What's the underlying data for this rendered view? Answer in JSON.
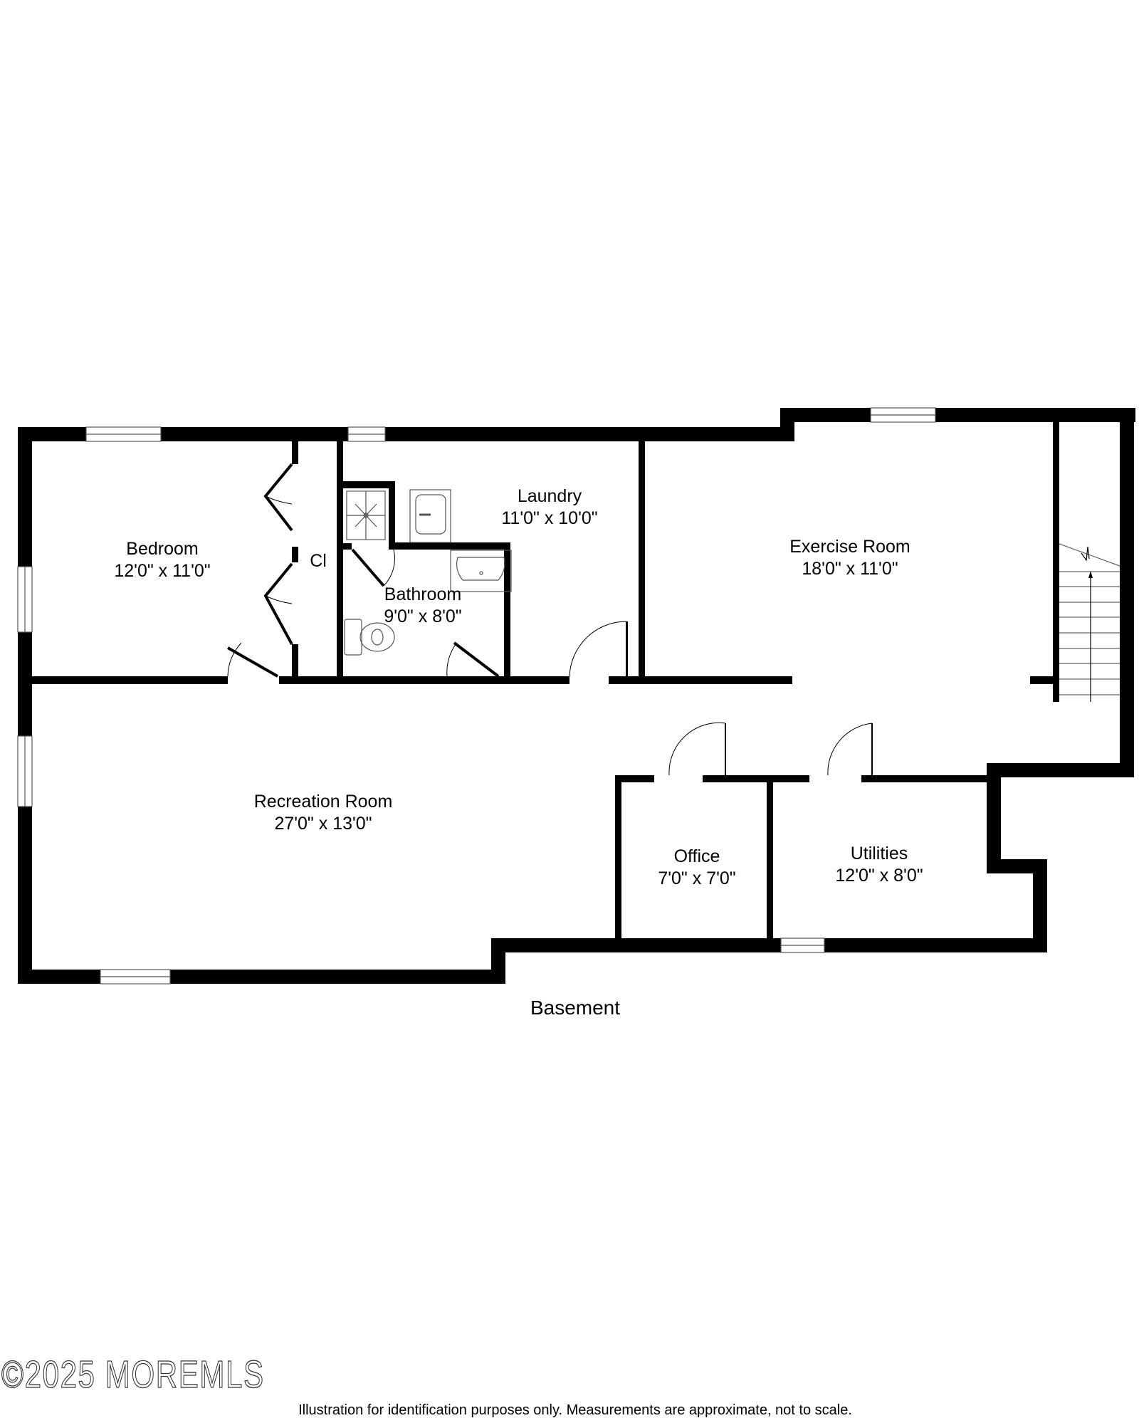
{
  "floor": {
    "title": "Basement"
  },
  "rooms": [
    {
      "name": "Bedroom",
      "dimensions": "12'0\" x 11'0\""
    },
    {
      "name": "Cl",
      "dimensions": ""
    },
    {
      "name": "Laundry",
      "dimensions": "11'0\" x 10'0\""
    },
    {
      "name": "Bathroom",
      "dimensions": "9'0\" x 8'0\""
    },
    {
      "name": "Exercise Room",
      "dimensions": "18'0\" x 11'0\""
    },
    {
      "name": "Recreation Room",
      "dimensions": "27'0\" x 13'0\""
    },
    {
      "name": "Office",
      "dimensions": "7'0\" x 7'0\""
    },
    {
      "name": "Utilities",
      "dimensions": "12'0\" x 8'0\""
    }
  ],
  "fixtures": [
    "shower-icon",
    "laundry-sink-icon",
    "bathroom-sink-icon",
    "toilet-icon",
    "stairs-icon",
    "bifold-door-icon",
    "door-swing-icon",
    "window-icon"
  ],
  "colors": {
    "wall": "#000000",
    "background": "#ffffff",
    "fixture_line": "#555555"
  },
  "footer": {
    "watermark": "©2025 MOREMLS",
    "disclaimer": "Illustration for identification purposes only. Measurements are approximate, not to scale."
  }
}
